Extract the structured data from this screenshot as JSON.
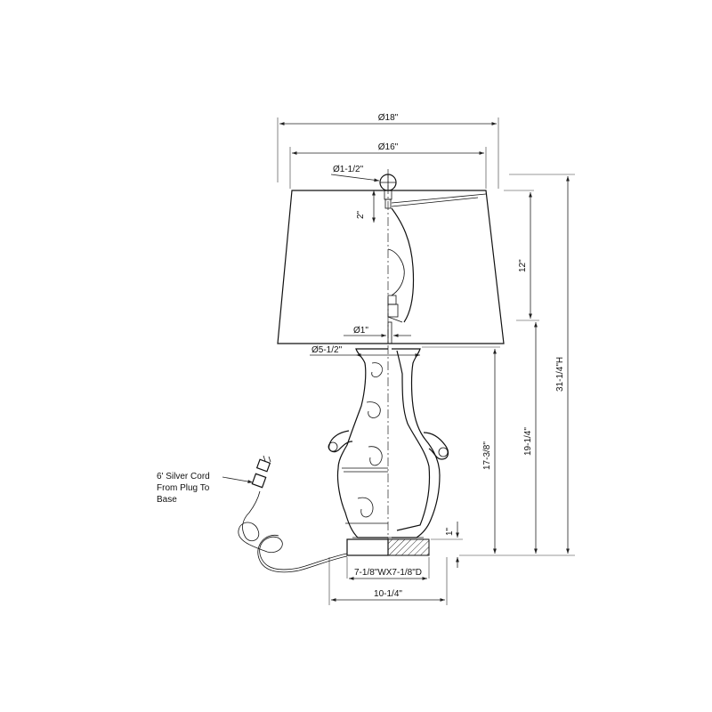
{
  "dimensions": {
    "shade_top_outer": "Ø18\"",
    "shade_top_inner": "Ø16\"",
    "finial": "Ø1-1/2\"",
    "finial_height": "2\"",
    "shade_height": "12\"",
    "overall_height": "31-1/4\"H",
    "to_socket": "19-1/4\"",
    "body_height": "17-3/8\"",
    "neck": "Ø1\"",
    "body_top": "Ø5-1/2\"",
    "base_height": "1\"",
    "base_footprint": "7-1/8\"WX7-1/8\"D",
    "base_width": "10-1/4\""
  },
  "cord_note": [
    "6' Silver Cord",
    "From Plug To",
    "Base"
  ]
}
